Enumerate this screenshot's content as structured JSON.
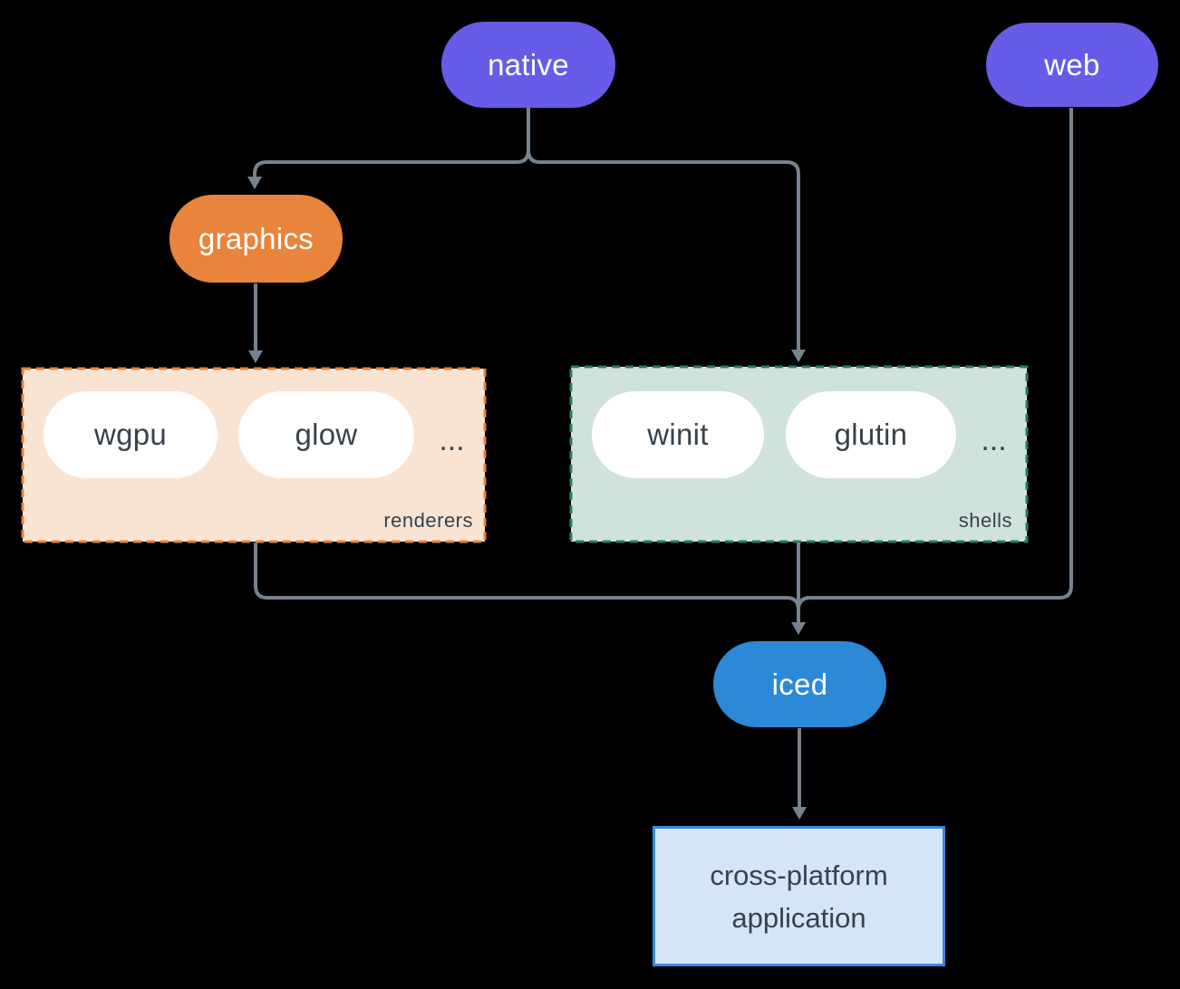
{
  "nodes": {
    "native": "native",
    "web": "web",
    "graphics": "graphics",
    "iced": "iced",
    "wgpu": "wgpu",
    "glow": "glow",
    "winit": "winit",
    "glutin": "glutin",
    "renderers_more": "...",
    "shells_more": "...",
    "app_line1": "cross-platform",
    "app_line2": "application"
  },
  "groups": {
    "renderers_label": "renderers",
    "shells_label": "shells"
  },
  "colors": {
    "background": "#000000",
    "purple_node": "#675CE7",
    "orange_node": "#E8843B",
    "blue_node": "#2C89D7",
    "renderers_fill": "#F9E4D4",
    "renderers_border": "#E8843B",
    "shells_fill": "#D0E2DC",
    "shells_border": "#2B7A68",
    "app_fill": "#D4E5F7",
    "app_border": "#3A87DB",
    "dark_text": "#36424E",
    "light_text": "#FFFFFF",
    "edge_line": "#76828F"
  }
}
